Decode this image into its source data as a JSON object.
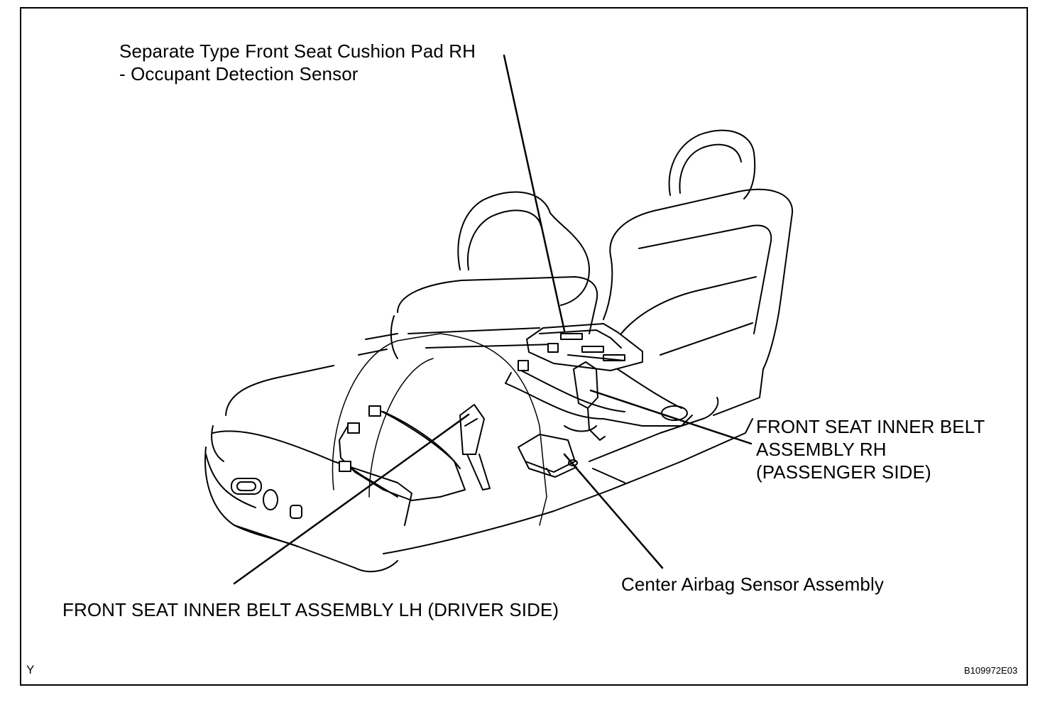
{
  "labels": {
    "cushion_pad_line1": "Separate Type Front Seat Cushion Pad RH",
    "cushion_pad_line2": "- Occupant Detection Sensor",
    "belt_rh_line1": "FRONT SEAT INNER BELT",
    "belt_rh_line2": "ASSEMBLY RH",
    "belt_rh_line3": "(PASSENGER SIDE)",
    "airbag_sensor": "Center Airbag Sensor Assembly",
    "belt_lh": "FRONT SEAT INNER BELT ASSEMBLY LH (DRIVER SIDE)"
  },
  "corner_marks": {
    "bottom_left": "Y",
    "bottom_right": "B109972E03"
  }
}
